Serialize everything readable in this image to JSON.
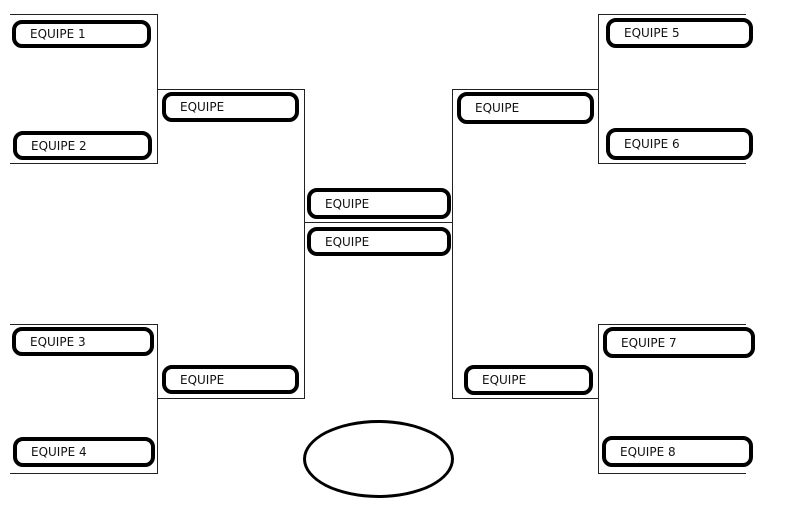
{
  "bracket": {
    "round1_left": [
      "EQUIPE 1",
      "EQUIPE 2",
      "EQUIPE 3",
      "EQUIPE 4"
    ],
    "round1_right": [
      "EQUIPE 5",
      "EQUIPE 6",
      "EQUIPE 7",
      "EQUIPE 8"
    ],
    "semi_left": [
      "EQUIPE",
      "EQUIPE"
    ],
    "semi_right": [
      "EQUIPE",
      "EQUIPE"
    ],
    "final": [
      "EQUIPE",
      "EQUIPE"
    ]
  }
}
